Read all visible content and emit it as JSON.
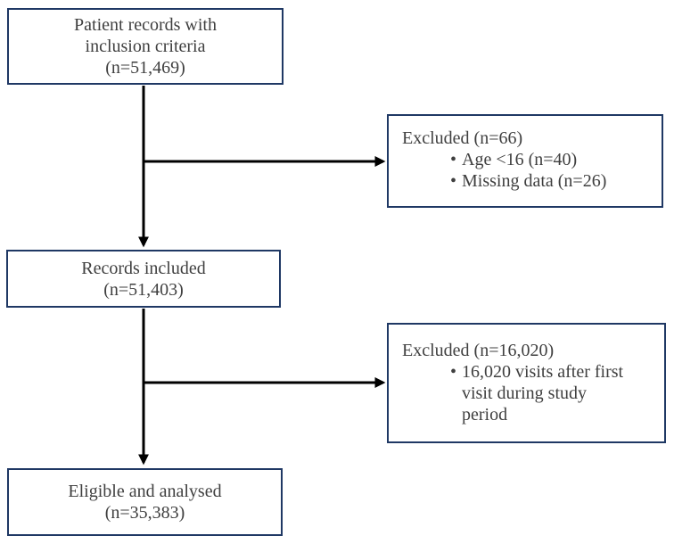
{
  "diagram": {
    "colors": {
      "box_border": "#1f3864",
      "text": "#3f3f3f",
      "arrow": "#000000",
      "background": "#ffffff"
    },
    "boxes": {
      "top": {
        "lines": [
          "Patient records with",
          "inclusion criteria",
          "(n=51,469)"
        ]
      },
      "included": {
        "lines": [
          "Records included",
          "(n=51,403)"
        ]
      },
      "analysed": {
        "lines": [
          "Eligible and analysed",
          "(n=35,383)"
        ]
      },
      "excluded_1": {
        "title": "Excluded (n=66)",
        "bullets": [
          {
            "lines": [
              "Age <16 (n=40)"
            ]
          },
          {
            "lines": [
              "Missing data (n=26)"
            ]
          }
        ]
      },
      "excluded_2": {
        "title": "Excluded (n=16,020)",
        "bullets": [
          {
            "lines": [
              "16,020 visits after first",
              "visit during study",
              "period"
            ]
          }
        ]
      }
    }
  }
}
